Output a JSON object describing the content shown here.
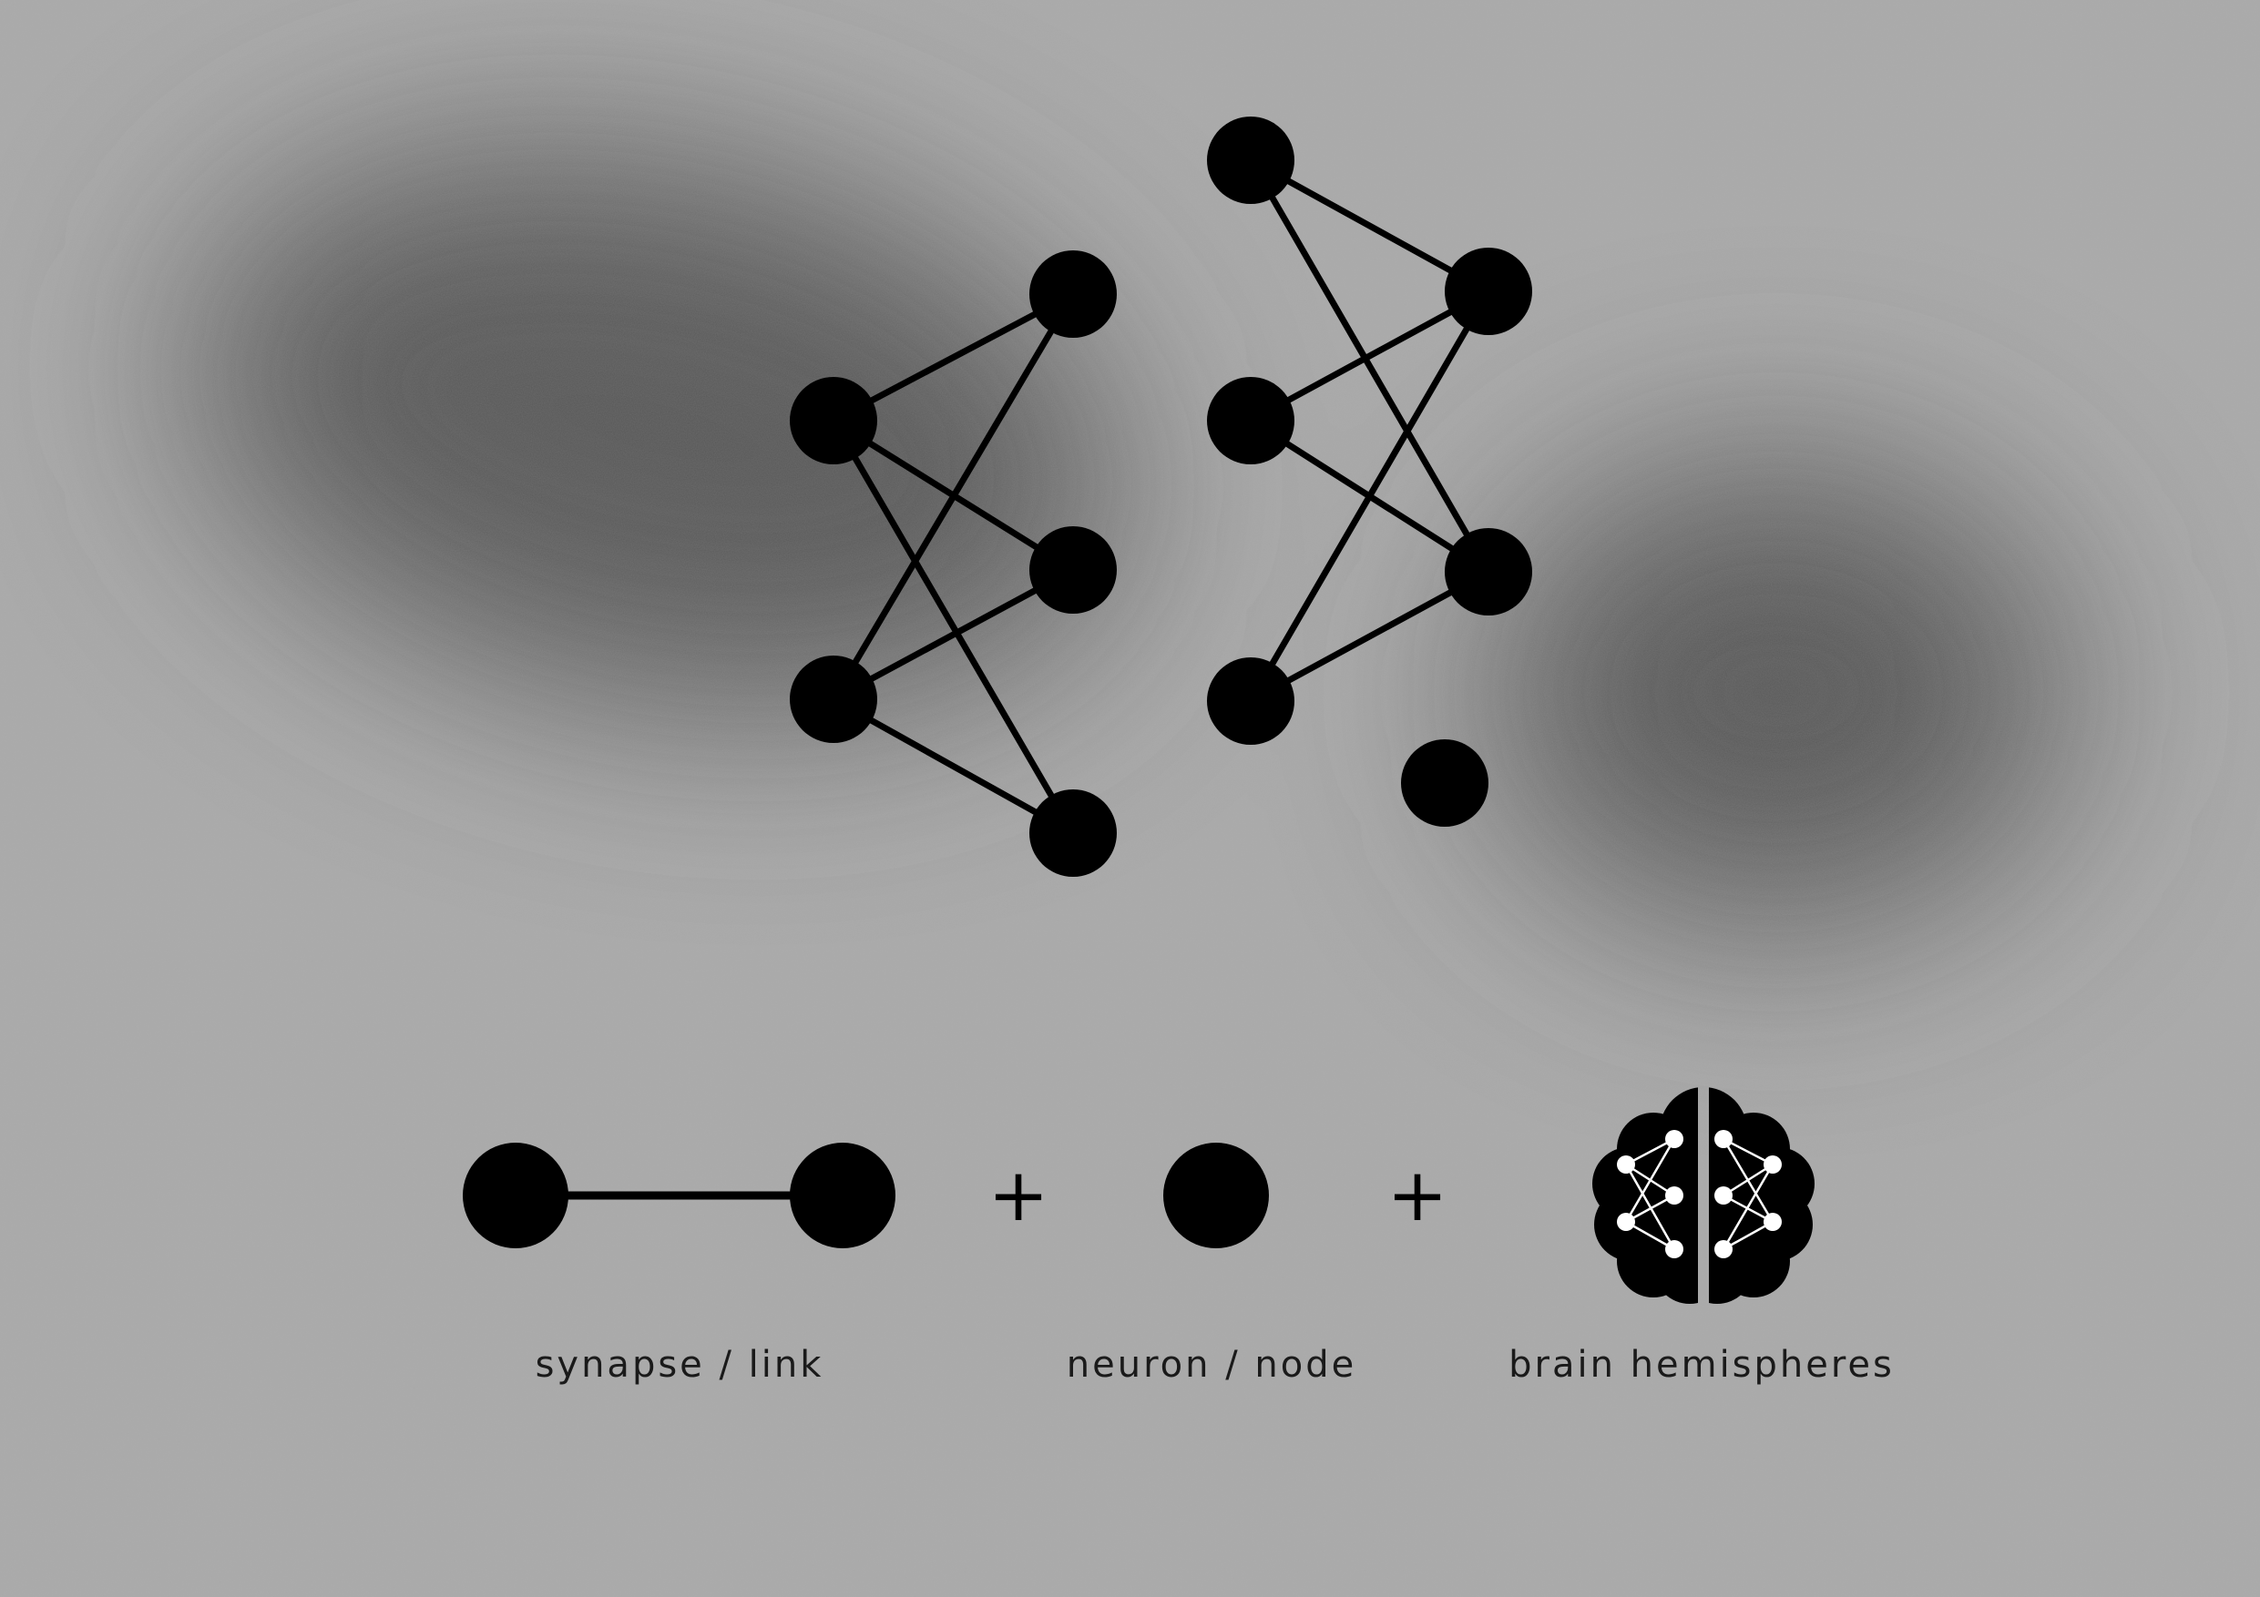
{
  "captions": {
    "synapse": "synapse / link",
    "neuron": "neuron / node",
    "brain": "brain hemispheres"
  },
  "operators": {
    "plus": "+"
  },
  "icons": {
    "synapse": "synapse-link-icon",
    "neuron": "neuron-node-icon",
    "brain": "brain-hemispheres-icon"
  },
  "colors": {
    "background": "#a9a9a9",
    "shadow": "#4a4a4a",
    "ink": "#000000",
    "brain_detail": "#ffffff"
  }
}
